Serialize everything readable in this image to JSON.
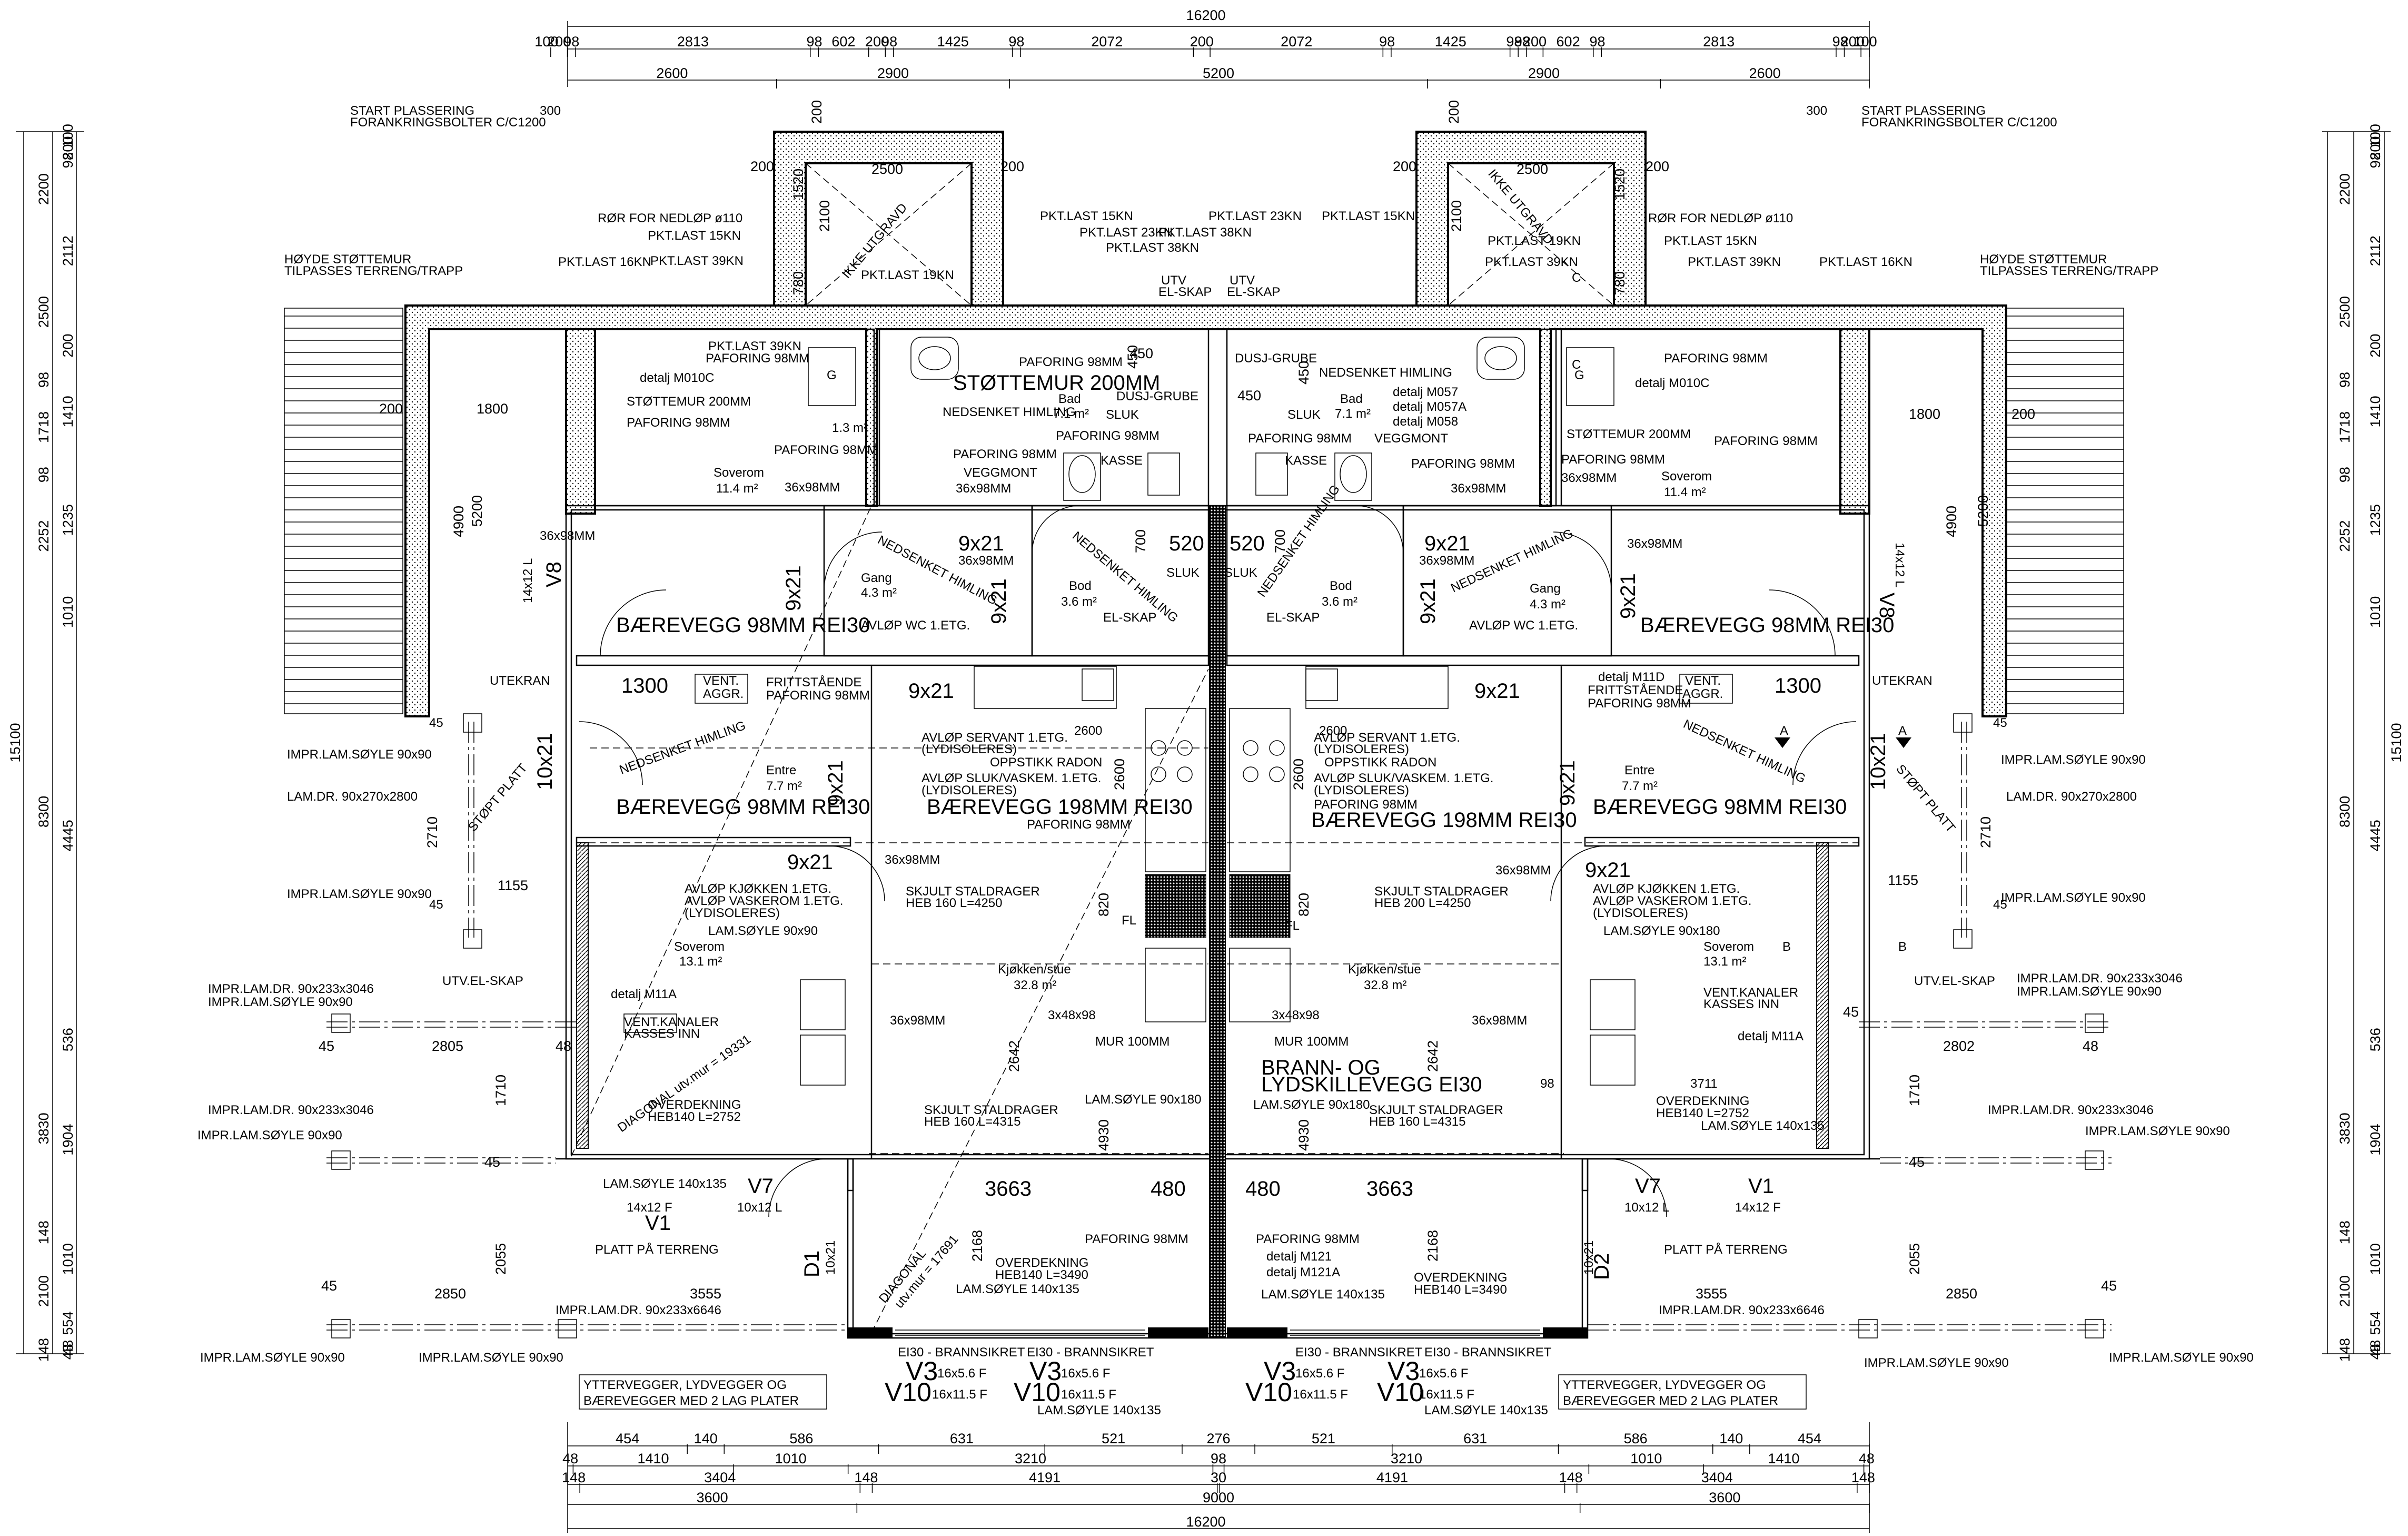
{
  "dimensions": {
    "overall_top": "16200",
    "overall_bottom": "16200",
    "overall_left": "15100",
    "overall_right": "15100",
    "top_row1": [
      "100",
      "200",
      "98",
      "2813",
      "98",
      "602",
      "200",
      "98",
      "1425",
      "98",
      "2072",
      "200",
      "2072",
      "98",
      "1425",
      "98",
      "98",
      "200",
      "602",
      "98",
      "2813",
      "98",
      "200",
      "100"
    ],
    "top_row2": [
      "2600",
      "2900",
      "5200",
      "2900",
      "2600"
    ],
    "bottom_row1": [
      "454",
      "140",
      "586",
      "631",
      "521",
      "276",
      "521",
      "631",
      "586",
      "140",
      "454"
    ],
    "bottom_row2": [
      "48",
      "1410",
      "1010",
      "3210",
      "98",
      "3210",
      "1010",
      "1410",
      "48"
    ],
    "bottom_row3": [
      "148",
      "3404",
      "148",
      "4191",
      "30",
      "4191",
      "148",
      "3404",
      "148"
    ],
    "bottom_row4": [
      "3600",
      "9000",
      "3600"
    ],
    "left_row1": [
      "2200",
      "2500",
      "98",
      "1718",
      "98",
      "2252",
      "8300",
      "3830",
      "148",
      "2100",
      "148"
    ],
    "left_row2": [
      "100",
      "200",
      "98",
      "2112",
      "200",
      "1410",
      "1235",
      "1010",
      "4445",
      "536",
      "1904",
      "1010",
      "554",
      "48",
      "48"
    ],
    "right_row1": [
      "2200",
      "2500",
      "98",
      "1718",
      "98",
      "2252",
      "8300",
      "3830",
      "148",
      "2100",
      "148"
    ],
    "right_row2": [
      "100",
      "200",
      "98",
      "2112",
      "200",
      "1410",
      "1235",
      "1010",
      "4445",
      "536",
      "1904",
      "1010",
      "554",
      "48",
      "48"
    ]
  },
  "annotations": {
    "start_plassering_1": "START PLASSERING",
    "start_plassering_2": "FORANKRINGSBOLTER C/C1200",
    "start_300": "300",
    "hoyde_1": "HØYDE STØTTEMUR",
    "hoyde_2": "TILPASSES TERRENG/TRAPP",
    "ror": "RØR FOR NEDLØP ø110",
    "pkt15": "PKT.LAST 15KN",
    "pkt16": "PKT.LAST 16KN",
    "pkt39": "PKT.LAST 39KN",
    "pkt19": "PKT.LAST 19KN",
    "pkt23": "PKT.LAST 23KN",
    "pkt38": "PKT.LAST 38KN",
    "utv_elskap_1": "UTV",
    "utv_elskap_2": "EL-SKAP",
    "ikke_utgravd": "IKKE UTGRAVD",
    "pit_2500": "2500",
    "pit_200": "200",
    "pit_2100": "2100",
    "pit_1520": "1520",
    "pit_780": "780",
    "paforing": "PAFORING 98MM",
    "detalj_m010c": "detalj M010C",
    "stottemur": "STØTTEMUR 200MM",
    "area_13": "1.3 m²",
    "soverom": "Soverom",
    "soverom_area_1": "11.4 m²",
    "stud": "36x98MM",
    "bad": "Bad",
    "bad_area": "7.1 m²",
    "dusj": "DUSJ-GRUBE",
    "sluk": "SLUK",
    "nedsenket": "NEDSENKET HIMLING",
    "kasse": "KASSE",
    "veggmont": "VEGGMONT",
    "detalj_m057": "detalj M057",
    "detalj_m057a": "detalj M057A",
    "detalj_m058": "detalj M058",
    "d450": "450",
    "d700": "700",
    "d520": "520",
    "d1800": "1800",
    "d200": "200",
    "d4900": "4900",
    "d5200": "5200",
    "door_9x21": "9x21",
    "door_10x21": "10x21",
    "v8": "V8",
    "win_14x12l": "14x12 L",
    "gang": "Gang",
    "gang_area": "4.3 m²",
    "bod": "Bod",
    "bod_area": "3.6 m²",
    "elskap": "EL-SKAP",
    "avlop_wc": "AVLØP WC 1.ETG.",
    "barevegg98": "BÆREVEGG 98MM REI30",
    "barevegg198": "BÆREVEGG 198MM REI30",
    "utekran": "UTEKRAN",
    "d1300": "1300",
    "vent_aggr_1": "VENT.",
    "vent_aggr_2": "AGGR.",
    "frittst_1": "FRITTSTÅENDE",
    "frittst_2": "PAFORING 98MM",
    "detalj_m11d": "detalj M11D",
    "avlop_servant_1": "AVLØP SERVANT 1.ETG.",
    "avlop_servant_2": "(LYDISOLERES)",
    "oppstikk": "OPPSTIKK RADON",
    "avlop_sluk_1": "AVLØP SLUK/VASKEM. 1.ETG.",
    "avlop_sluk_2": "(LYDISOLERES)",
    "d2600": "2600",
    "entre": "Entre",
    "entre_area": "7.7 m²",
    "impr_90": "IMPR.LAM.SØYLE 90x90",
    "lam_dr_2800": "LAM.DR. 90x270x2800",
    "stopt_platt": "STØPT PLATT",
    "d2710": "2710",
    "d1155": "1155",
    "avlop_kjokken_1": "AVLØP KJØKKEN 1.ETG.",
    "avlop_kjokken_2": "AVLØP VASKEROM 1.ETG.",
    "avlop_kjokken_3": "(LYDISOLERES)",
    "lam_90x90": "LAM.SØYLE 90x90",
    "lam_90x180": "LAM.SØYLE 90x180",
    "soverom_area_2": "13.1 m²",
    "skjult_1": "SKJULT STALDRAGER",
    "skjult_4250": "HEB 160 L=4250",
    "skjult_4250b": "HEB 200 L=4250",
    "skjult_4315": "HEB 160 L=4315",
    "kjokken": "Kjøkken/stue",
    "kjokken_area": "32.8 m²",
    "fl": "FL",
    "d820": "820",
    "d2642": "2642",
    "d4930": "4930",
    "d2168": "2168",
    "d3663": "3663",
    "d480": "480",
    "d3711": "3711",
    "d2805": "2805",
    "d2802": "2802",
    "d1710": "1710",
    "d2055": "2055",
    "d2850": "2850",
    "d3555": "3555",
    "d45": "45",
    "d48": "48",
    "d98": "98",
    "utv_elskap": "UTV.EL-SKAP",
    "impr_dr_3046": "IMPR.LAM.DR. 90x233x3046",
    "detalj_m11a": "detalj M11A",
    "vent_kanaler_1": "VENT.KANALER",
    "vent_kanaler_2": "KASSES INN",
    "diagonal_1": "DIAGONAL utv.mur = 19331",
    "diagonal_2": "DIAGONAL",
    "diagonal_3": "utv.mur = 17691",
    "overdekning": "OVERDEKNING",
    "heb140_2752": "HEB140 L=2752",
    "heb140_3490": "HEB140 L=3490",
    "lam_140": "LAM.SØYLE 140x135",
    "mur100": "MUR 100MM",
    "d3x48": "3x48x98",
    "brann_1": "BRANN- OG",
    "brann_2": "LYDSKILLEVEGG EI30",
    "v7": "V7",
    "v7_size": "10x12 L",
    "v1": "V1",
    "v1_size": "14x12 F",
    "d1": "D1",
    "d2": "D2",
    "platt_terreng": "PLATT PÅ TERRENG",
    "detalj_m121": "detalj M121",
    "detalj_m121a": "detalj M121A",
    "impr_dr_6646": "IMPR.LAM.DR. 90x233x6646",
    "ei30": "EI30 - BRANNSIKRET",
    "v3": "V3",
    "v3_size": "16x5.6 F",
    "v10": "V10",
    "v10_size": "16x11.5 F",
    "yttervegg_1": "YTTERVEGGER, LYDVEGGER OG",
    "yttervegg_2": "BÆREVEGGER MED 2 LAG PLATER",
    "sec_a": "A",
    "sec_b": "B",
    "sec_c": "C",
    "g": "G"
  }
}
